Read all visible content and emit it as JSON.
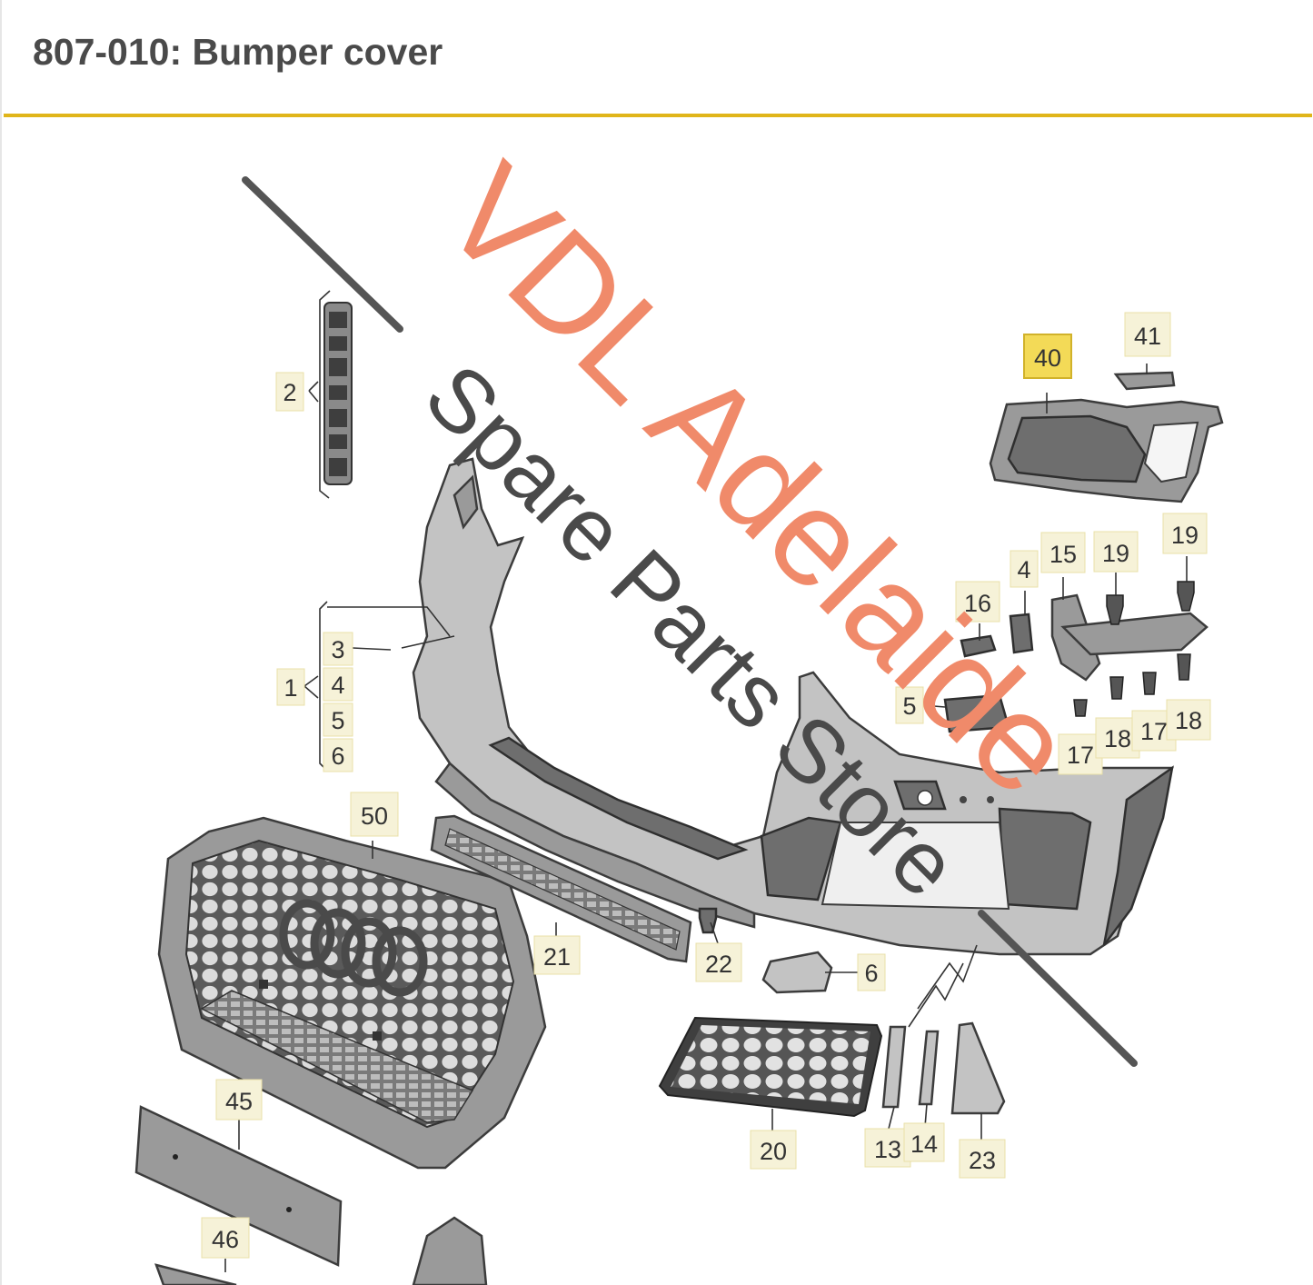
{
  "header": {
    "title": "807-010: Bumper cover"
  },
  "colors": {
    "rule": "#e0b51a",
    "highlight": "#f3da57",
    "watermark_primary": "#f08a6a",
    "watermark_secondary": "#4a4a4a"
  },
  "watermark": {
    "line1": "VDL Adelaide",
    "line2": "Spare Parts Store"
  },
  "callouts": {
    "c2": "2",
    "c1": "1",
    "c3": "3",
    "c4a": "4",
    "c5a": "5",
    "c6a": "6",
    "c40": "40",
    "c41": "41",
    "c15": "15",
    "c16": "16",
    "c4b": "4",
    "c19a": "19",
    "c19b": "19",
    "c5b": "5",
    "c17a": "17",
    "c18a": "18",
    "c17b": "17",
    "c18b": "18",
    "c50": "50",
    "c21": "21",
    "c22": "22",
    "c6b": "6",
    "c20": "20",
    "c13": "13",
    "c14": "14",
    "c23": "23",
    "c45": "45",
    "c46": "46"
  }
}
